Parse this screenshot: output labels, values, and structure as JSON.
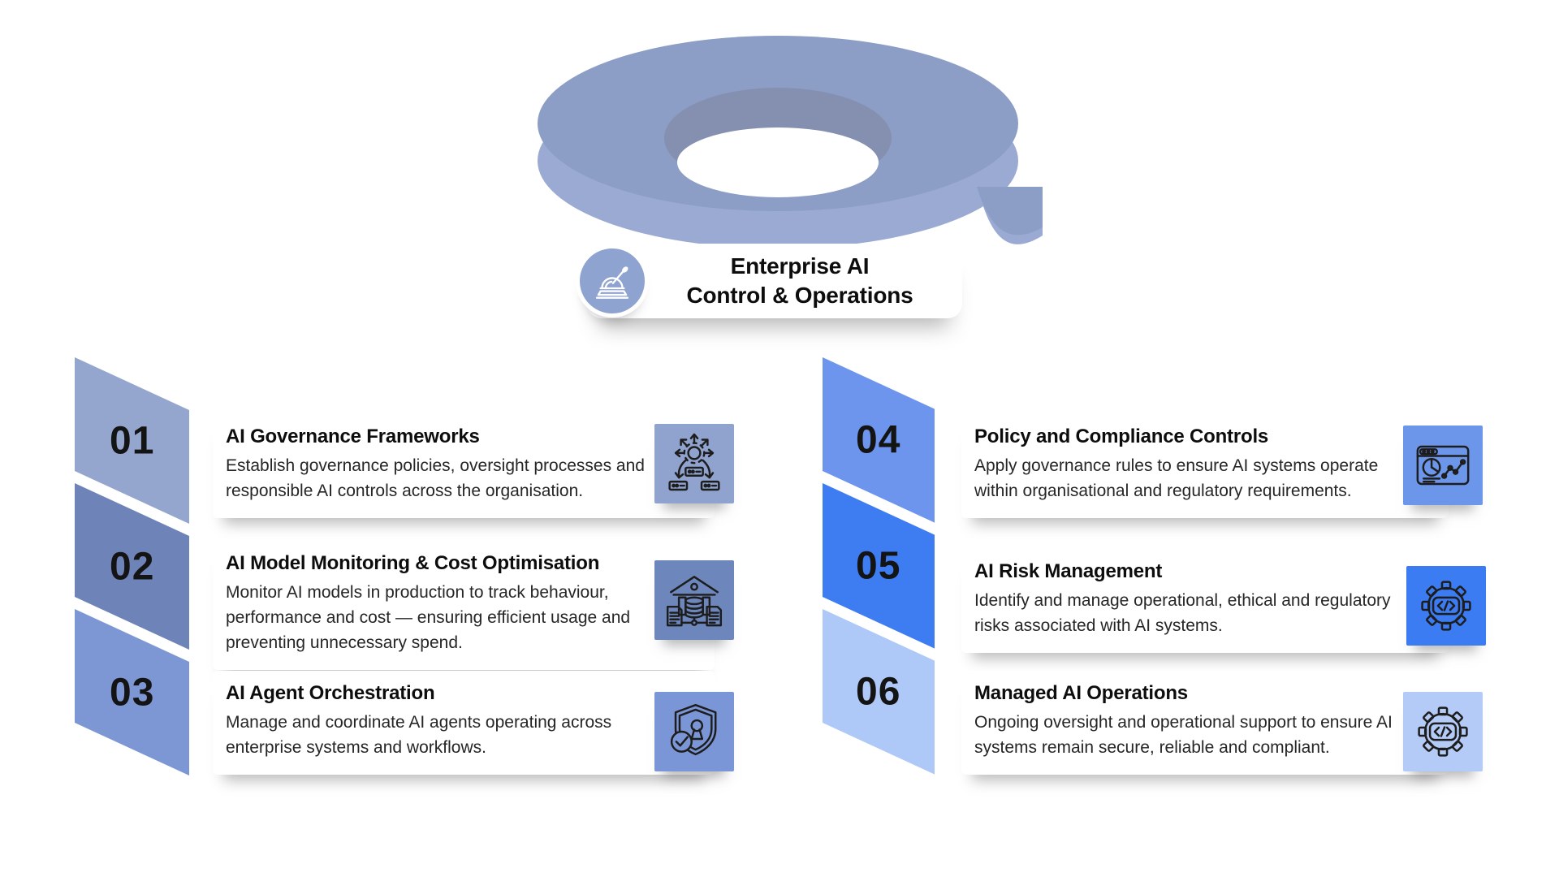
{
  "header": {
    "icon": "control-lever-icon",
    "title_line1": "Enterprise AI",
    "title_line2": "Control & Operations"
  },
  "items": [
    {
      "number": "01",
      "title": "AI Governance Frameworks",
      "description": "Establish governance policies, oversight processes and responsible AI controls across the organisation.",
      "icon": "gear-distribution-icon",
      "badge_color": "#94a5ce",
      "icon_bg": "#8fa3ce"
    },
    {
      "number": "02",
      "title": "AI Model Monitoring & Cost Optimisation",
      "description": "Monitor AI models in production to track behaviour, performance and cost — ensuring efficient usage and preventing unnecessary spend.",
      "icon": "bank-database-icon",
      "badge_color": "#6e83b7",
      "icon_bg": "#6d87bd"
    },
    {
      "number": "03",
      "title": "AI Agent Orchestration",
      "description": "Manage and coordinate AI agents operating across enterprise systems and workflows.",
      "icon": "shield-check-icon",
      "badge_color": "#7d97d4",
      "icon_bg": "#7b96d6"
    },
    {
      "number": "04",
      "title": "Policy and Compliance Controls",
      "description": "Apply governance rules to ensure AI systems operate within organisational and regulatory requirements.",
      "icon": "browser-analytics-icon",
      "badge_color": "#6d95ee",
      "icon_bg": "#6c96ea"
    },
    {
      "number": "05",
      "title": "AI Risk Management",
      "description": "Identify and manage operational, ethical and regulatory risks associated with AI systems.",
      "icon": "gear-code-icon",
      "badge_color": "#3e7cf1",
      "icon_bg": "#3c7cf2"
    },
    {
      "number": "06",
      "title": "Managed AI Operations",
      "description": "Ongoing oversight and operational support to ensure AI systems remain secure, reliable and compliant.",
      "icon": "gear-code-icon",
      "badge_color": "#aec8f7",
      "icon_bg": "#b5cbf7"
    }
  ],
  "colors": {
    "donut_top": "#8c9dc6",
    "donut_side": "#9aaad2",
    "donut_inner_wall": "#8590b1",
    "header_icon_bg": "#8ea3cf",
    "title_text": "#0d0d0d",
    "body_text": "#262626"
  }
}
